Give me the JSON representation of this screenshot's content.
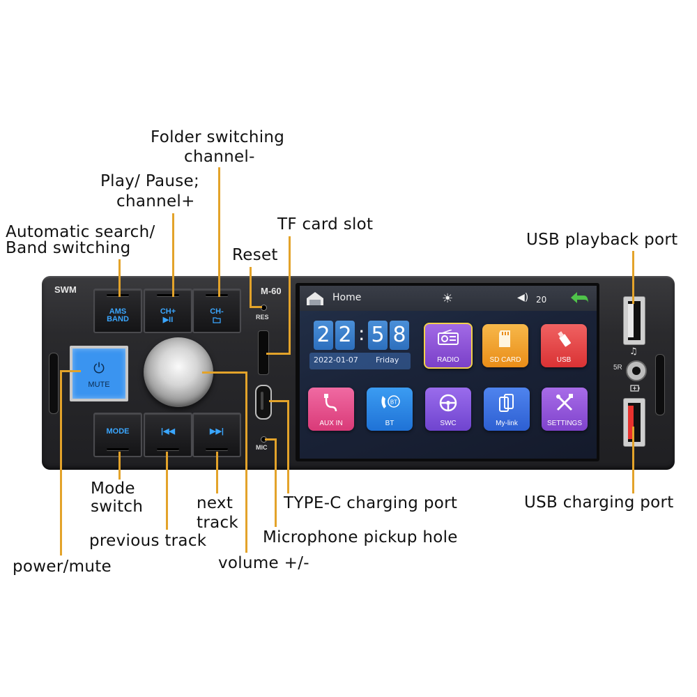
{
  "device": {
    "brand": "SWM",
    "model": "M-60",
    "reset_label": "RES",
    "mic_label": "MIC",
    "buttons": {
      "ams_line1": "AMS",
      "ams_line2": "BAND",
      "chplus": "CH+",
      "chplus_icon": "▶II",
      "chminus": "CH-",
      "chminus_icon": "folder-icon",
      "power_label": "MUTE",
      "mode": "MODE",
      "prev_icon": "|◀◀",
      "next_icon": "▶▶|"
    },
    "screen": {
      "home_label": "Home",
      "volume_value": "20",
      "clock": {
        "h1": "2",
        "h2": "2",
        "m1": "5",
        "m2": "8",
        "sep": ":"
      },
      "date": "2022-01-07",
      "weekday": "Friday",
      "tiles": [
        {
          "label": "RADIO",
          "color": "#8e55d9"
        },
        {
          "label": "SD CARD",
          "color": "#f0a326"
        },
        {
          "label": "USB",
          "color": "#e8484a"
        },
        {
          "label": "AUX IN",
          "color": "#e8488a"
        },
        {
          "label": "BT",
          "color": "#2d8ae8"
        },
        {
          "label": "SWC",
          "color": "#8a5ce0"
        },
        {
          "label": "My-link",
          "color": "#3f74e0"
        },
        {
          "label": "SETTINGS",
          "color": "#9b55d8"
        }
      ]
    },
    "port_icons": {
      "music": "♫",
      "charge": "⊞",
      "jack_label": "5R"
    }
  },
  "callouts": {
    "folder_line1": "Folder switching",
    "folder_line2": "channel-",
    "play_line1": "Play/ Pause;",
    "play_line2": "channel+",
    "auto_line1": "Automatic search/",
    "auto_line2": "Band switching",
    "tf": "TF card slot",
    "reset": "Reset",
    "usb_playback": "USB playback port",
    "mode_line1": "Mode",
    "mode_line2": "switch",
    "next_line1": "next",
    "next_line2": "track",
    "typec": "TYPE-C charging port",
    "usb_charging": "USB charging port",
    "prev": "previous track",
    "mic": "Microphone pickup hole",
    "power": "power/mute",
    "volume": "volume +/-"
  },
  "colors": {
    "leader": "#e3a32a",
    "button_text": "#3aa6ff",
    "power_button": "#3a94f0"
  }
}
